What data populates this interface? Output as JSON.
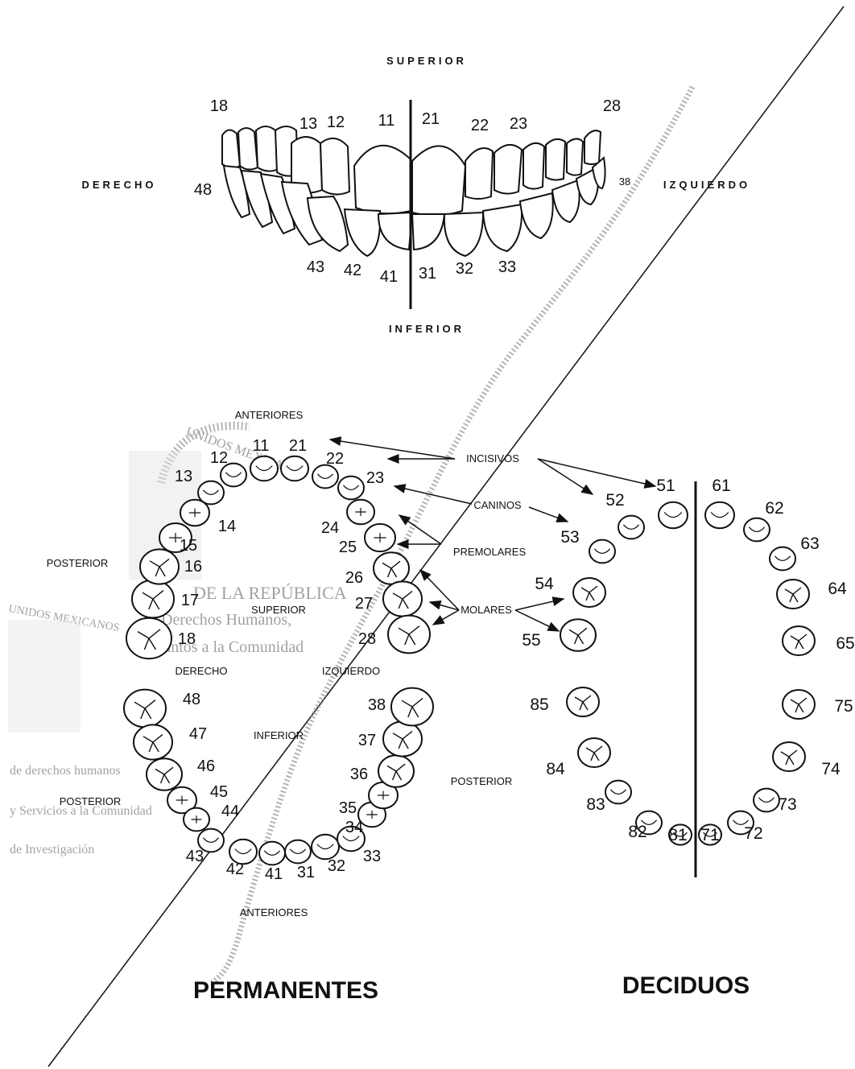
{
  "upper_diagram": {
    "superior": "SUPERIOR",
    "inferior": "INFERIOR",
    "derecho": "DERECHO",
    "izquierdo": "IZQUIERDO",
    "upper_numbers": [
      "18",
      "13",
      "12",
      "11",
      "21",
      "22",
      "23",
      "28"
    ],
    "lower_numbers": [
      "48",
      "38",
      "43",
      "42",
      "41",
      "31",
      "32",
      "33"
    ]
  },
  "permanent_arch": {
    "anteriores_top": "ANTERIORES",
    "anteriores_bottom": "ANTERIORES",
    "superior": "SUPERIOR",
    "inferior": "INFERIOR",
    "derecho": "DERECHO",
    "izquierdo": "IZQUIERDO",
    "posterior_left": "POSTERIOR",
    "posterior_left_lower": "POSTERIOR",
    "posterior_right": "POSTERIOR",
    "upper_teeth": [
      "18",
      "17",
      "16",
      "15",
      "14",
      "13",
      "12",
      "11",
      "21",
      "22",
      "23",
      "24",
      "25",
      "26",
      "27",
      "28"
    ],
    "lower_teeth": [
      "48",
      "47",
      "46",
      "45",
      "44",
      "43",
      "42",
      "41",
      "31",
      "32",
      "33",
      "34",
      "35",
      "36",
      "37",
      "38"
    ],
    "title": "PERMANENTES"
  },
  "annotations": {
    "incisivos": "INCISIVOS",
    "caninos": "CANINOS",
    "premolares": "PREMOLARES",
    "molares": "MOLARES"
  },
  "deciduous_arch": {
    "upper_teeth": [
      "55",
      "54",
      "53",
      "52",
      "51",
      "61",
      "62",
      "63",
      "64",
      "65"
    ],
    "lower_teeth": [
      "85",
      "84",
      "83",
      "82",
      "81",
      "71",
      "72",
      "73",
      "74",
      "75"
    ],
    "title": "DECIDUOS"
  },
  "stamp": {
    "line1": "DE LA REPÚBLICA",
    "line2": "Derechos Humanos,",
    "line3": "Asuntos a la Comunidad",
    "arc_top": "UNIDOS MEXICANOS",
    "arc_left": "UNIDOS MEXICANOS",
    "side1": "de derechos humanos",
    "side2": "y Servicios a la Comunidad",
    "side3": "de Investigación"
  }
}
